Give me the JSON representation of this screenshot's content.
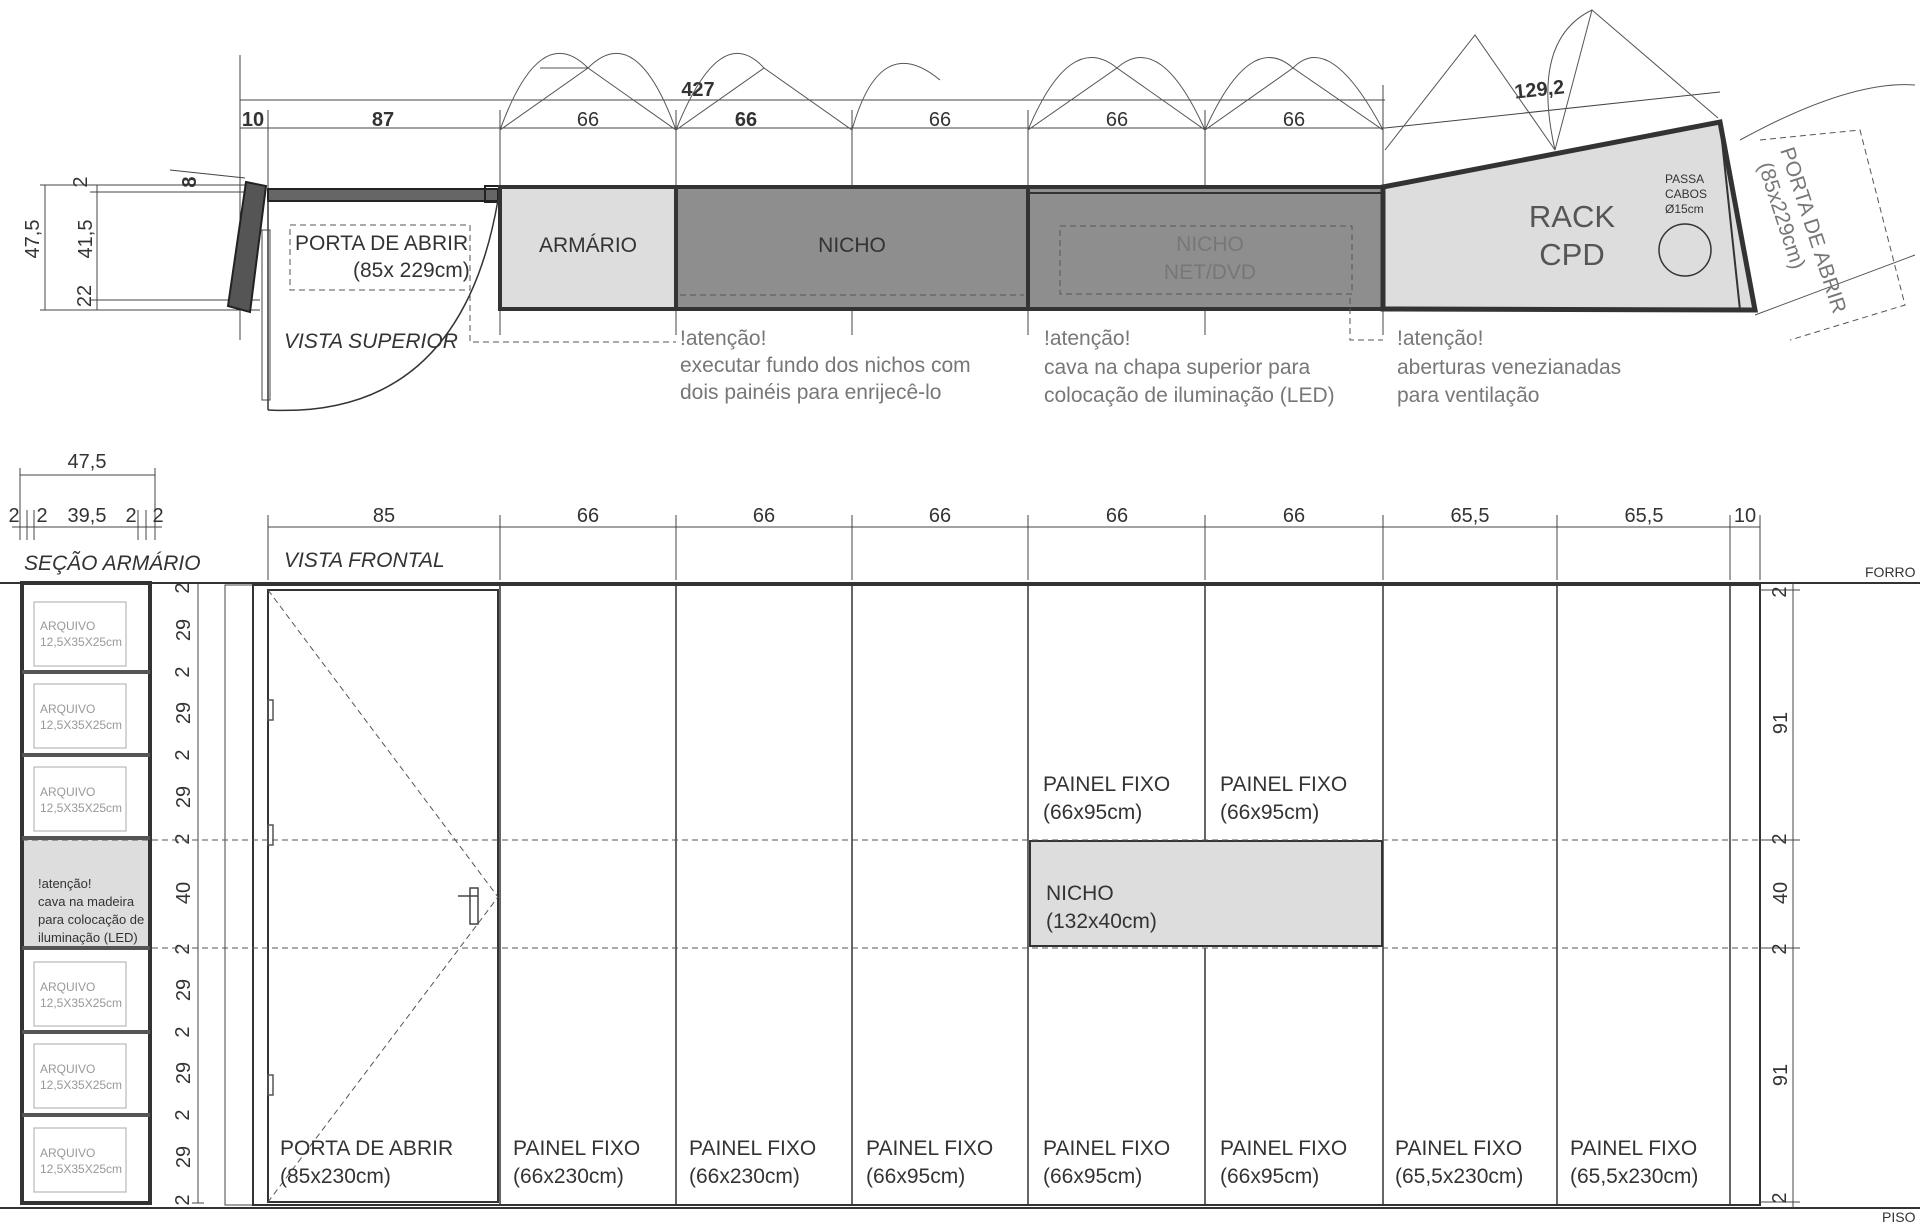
{
  "top": {
    "total": "427",
    "segs": [
      "10",
      "87",
      "66",
      "66",
      "66",
      "66",
      "66"
    ],
    "angled": "129,2",
    "left": [
      "8",
      "2",
      "41,5",
      "22",
      "47,5"
    ],
    "door_label": "PORTA DE ABRIR",
    "door_size": "(85x 229cm)",
    "armario": "ARMÁRIO",
    "nicho": "NICHO",
    "nicho2": [
      "NICHO",
      "NET/DVD"
    ],
    "rack": [
      "RACK",
      "CPD"
    ],
    "passa": [
      "PASSA",
      "CABOS",
      "Ø15cm"
    ],
    "door_right": [
      "PORTA DE ABRIR",
      "(85x229cm)"
    ],
    "view": "VISTA SUPERIOR"
  },
  "notes": [
    [
      "!atenção!",
      "executar fundo dos nichos com",
      "dois painéis para enrijecê-lo"
    ],
    [
      "!atenção!",
      "cava na chapa superior para",
      "colocação de iluminação (LED)"
    ],
    [
      "!atenção!",
      "aberturas venezianadas",
      "para ventilação"
    ]
  ],
  "section": {
    "width": "47,5",
    "parts": [
      "2",
      "2",
      "39,5",
      "2",
      "2"
    ],
    "title": "SEÇÃO ARMÁRIO",
    "heights": [
      "2",
      "29",
      "2",
      "29",
      "2",
      "29",
      "2",
      "40",
      "2",
      "29",
      "2",
      "29",
      "2",
      "29",
      "2"
    ],
    "box": [
      "ARQUIVO",
      "12,5X35X25cm"
    ],
    "note": [
      "!atenção!",
      "cava na madeira",
      "para colocação de",
      "iluminação (LED)"
    ]
  },
  "front": {
    "dims": [
      "85",
      "66",
      "66",
      "66",
      "66",
      "66",
      "65,5",
      "65,5",
      "10"
    ],
    "view": "VISTA FRONTAL",
    "forro": "FORRO",
    "piso": "PISO",
    "right_dims": [
      "2",
      "91",
      "2",
      "40",
      "2",
      "91",
      "2"
    ],
    "upper": [
      [
        "PAINEL FIXO",
        "(66x95cm)"
      ],
      [
        "PAINEL FIXO",
        "(66x95cm)"
      ]
    ],
    "nicho": [
      "NICHO",
      "(132x40cm)"
    ],
    "panels": [
      [
        "PORTA DE ABRIR",
        "(85x230cm)"
      ],
      [
        "PAINEL FIXO",
        "(66x230cm)"
      ],
      [
        "PAINEL FIXO",
        "(66x230cm)"
      ],
      [
        "PAINEL FIXO",
        "(66x95cm)"
      ],
      [
        "PAINEL FIXO",
        "(66x95cm)"
      ],
      [
        "PAINEL FIXO",
        "(66x95cm)"
      ],
      [
        "PAINEL FIXO",
        "(65,5x230cm)"
      ],
      [
        "PAINEL FIXO",
        "(65,5x230cm)"
      ]
    ]
  },
  "colors": {
    "dark": "#8e8e8e",
    "light": "#dddddd",
    "line": "#333333"
  }
}
